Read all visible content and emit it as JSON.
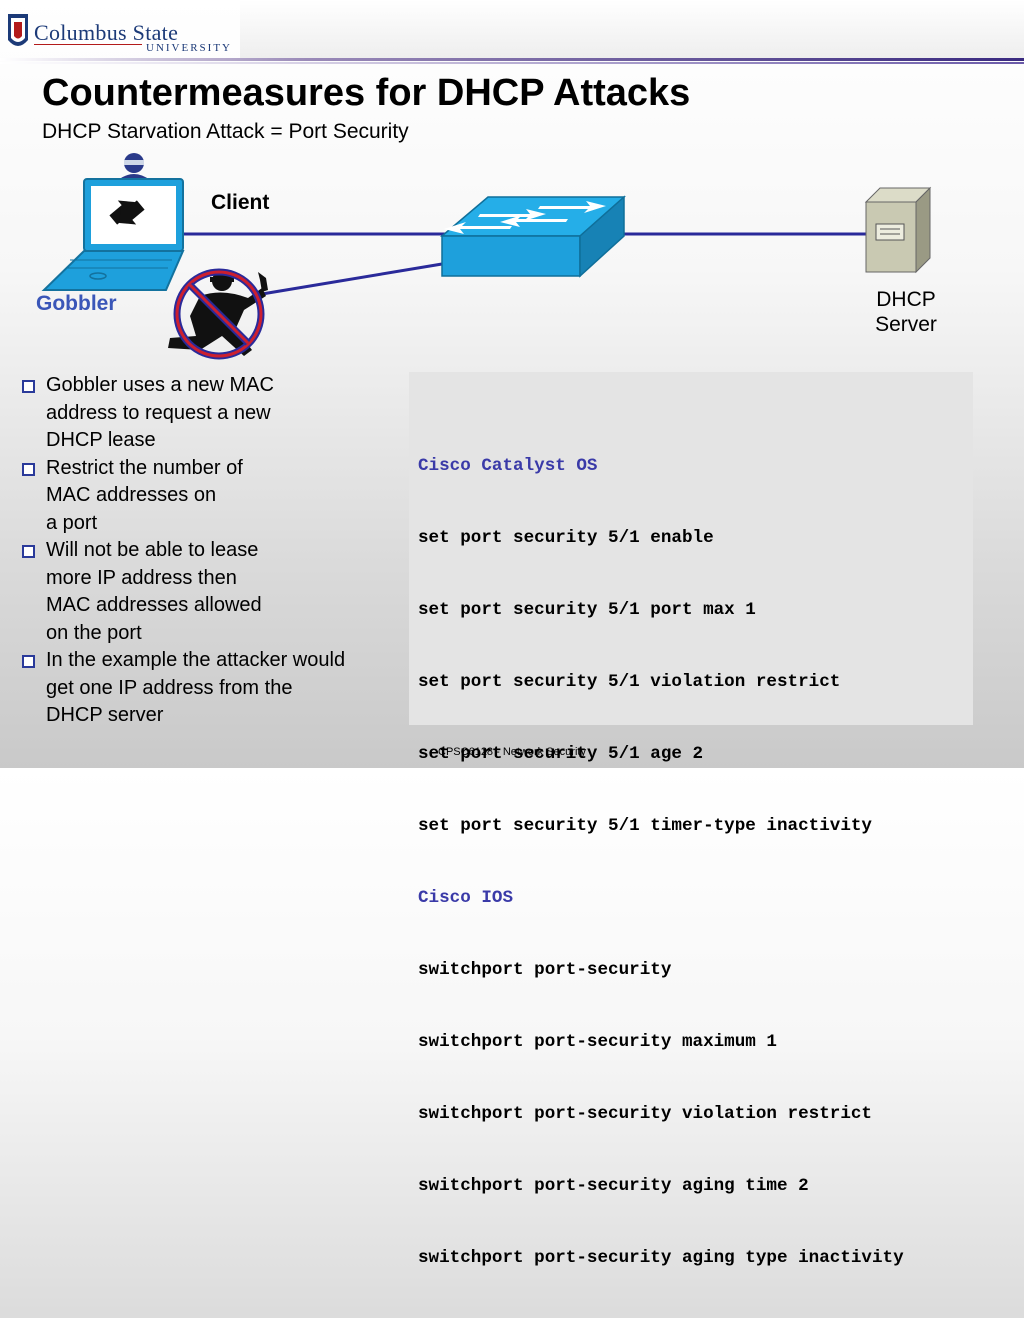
{
  "logo": {
    "name_line1": "Columbus State",
    "name_line2": "UNIVERSITY"
  },
  "slide": {
    "title": "Countermeasures for DHCP Attacks",
    "subtitle": "DHCP Starvation Attack = Port Security"
  },
  "diagram": {
    "client_label": "Client",
    "attacker_label": "Gobbler",
    "server_label_line1": "DHCP",
    "server_label_line2": "Server",
    "icons": [
      "laptop-icon",
      "switch-icon",
      "server-icon",
      "attacker-icon",
      "prohibited-icon",
      "user-head-icon"
    ],
    "colors": {
      "switch_blue": "#1ea0dc",
      "link_navy": "#2a2a9a",
      "attacker_label": "#3a56b8",
      "prohibit_red": "#cc1f2f"
    }
  },
  "bullets": [
    {
      "lines": [
        "Gobbler uses a new MAC",
        "address to request a new",
        "DHCP lease"
      ]
    },
    {
      "lines": [
        "Restrict the number of",
        "MAC addresses on",
        "a port"
      ]
    },
    {
      "lines": [
        "Will not be able to lease",
        "more IP address then",
        "MAC addresses allowed",
        "on the port"
      ]
    },
    {
      "lines": [
        "In the example the attacker would",
        "get one IP address from the",
        "DHCP server"
      ]
    }
  ],
  "code": {
    "catos_header": "Cisco Catalyst OS",
    "catos_commands": [
      "set port security 5/1 enable",
      "set port security 5/1 port max 1",
      "set port security 5/1 violation restrict",
      "set port security 5/1 age 2",
      "set port security 5/1 timer-type inactivity"
    ],
    "ios_header": "Cisco IOS",
    "ios_commands": [
      "switchport port-security",
      "switchport port-security maximum 1",
      "switchport port-security violation restrict",
      "switchport port-security aging time 2",
      "switchport port-security aging type inactivity"
    ]
  },
  "footer": {
    "text": "CPSC6128 - Network Security"
  }
}
